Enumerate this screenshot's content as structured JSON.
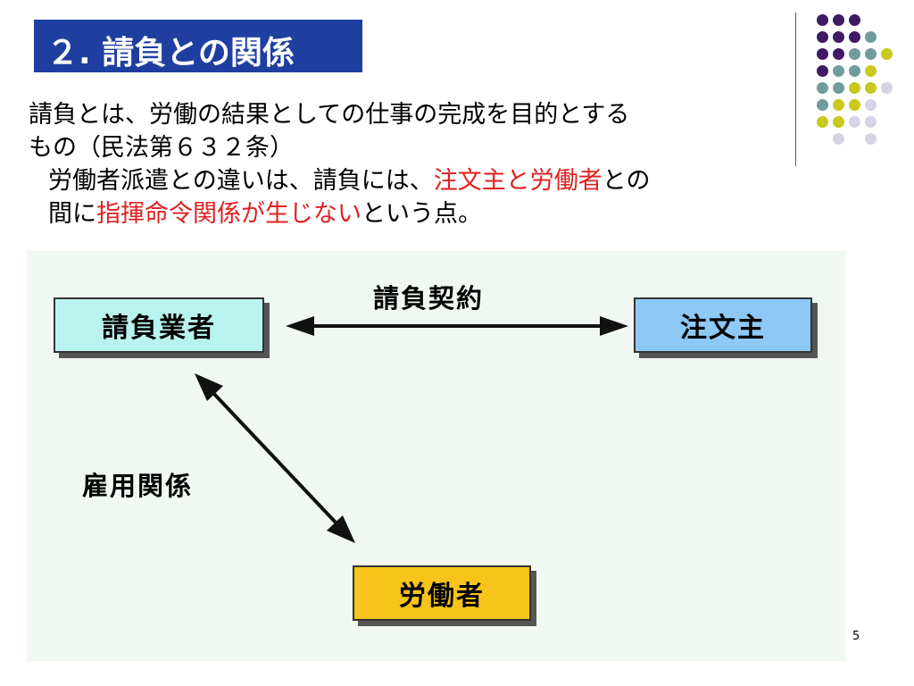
{
  "slide": {
    "title": "２. 請負との関係",
    "page_number": "5"
  },
  "body": {
    "line1": "請負とは、労働の結果としての仕事の完成を目的とする",
    "line2": "もの（民法第６３２条）",
    "line3_a": "労働者派遣との違いは、請負には、",
    "line3_red": "注文主と労働者",
    "line3_b": "との",
    "line4_a": "間に",
    "line4_red": "指揮命令関係が生じない",
    "line4_b": "という点。"
  },
  "diagram": {
    "box_contractor": "請負業者",
    "box_client": "注文主",
    "box_worker": "労働者",
    "label_contract": "請負契約",
    "label_employment": "雇用関係"
  },
  "colors": {
    "title_bg": "#1f3fa0",
    "highlight_red": "#e02020",
    "dot_purple": "#3f1a66",
    "dot_teal": "#6f9e9a",
    "dot_yellow": "#c9c81c",
    "dot_lavender": "#d4d4e6"
  }
}
